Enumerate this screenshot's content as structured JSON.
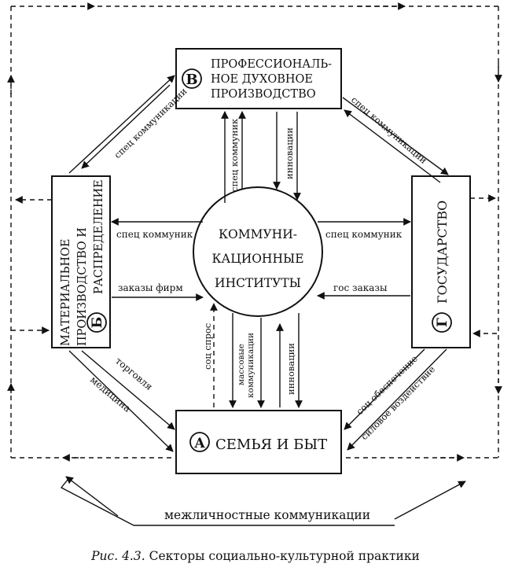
{
  "sectors": {
    "v": {
      "letter": "В",
      "line1": "ПРОФЕССИОНАЛЬ-",
      "line2": "НОЕ ДУХОВНОЕ",
      "line3": "ПРОИЗВОДСТВО"
    },
    "b": {
      "letter": "Б",
      "line1": "МАТЕРИАЛЬНОЕ",
      "line2": "ПРОИЗВОДСТВО И",
      "line3": "РАСПРЕДЕЛЕНИЕ"
    },
    "g": {
      "letter": "Г",
      "line1": "ГОСУДАРСТВО"
    },
    "a": {
      "letter": "А",
      "line1": "СЕМЬЯ И БЫТ"
    }
  },
  "center": {
    "line1": "КОММУНИ-",
    "line2": "КАЦИОННЫЕ",
    "line3": "ИНСТИТУТЫ"
  },
  "labels": {
    "spec_komm_b_v": "спец коммуникации",
    "spec_komm_v_g": "спец коммуникации",
    "spec_kommunik_up": "спец коммуник",
    "innovacii_down": "инновации",
    "spec_kommunik_left": "спец коммуник",
    "spec_kommunik_right": "спец коммуник",
    "zakazy_firm": "заказы фирм",
    "gos_zakazy": "гос заказы",
    "soc_spros": "соц спрос",
    "massovye_1": "массовые",
    "massovye_2": "коммуникации",
    "innovacii_up": "инновации",
    "torgovlya": "торговля",
    "medicina": "медицина",
    "soc_obespechenie": "соц обеспечение",
    "silovoe": "силовое воздействие",
    "mezhlichnostnye": "межличностные коммуникации"
  },
  "caption": {
    "prefix": "Рис. 4.3.",
    "text": " Секторы социально-культурной практики"
  }
}
